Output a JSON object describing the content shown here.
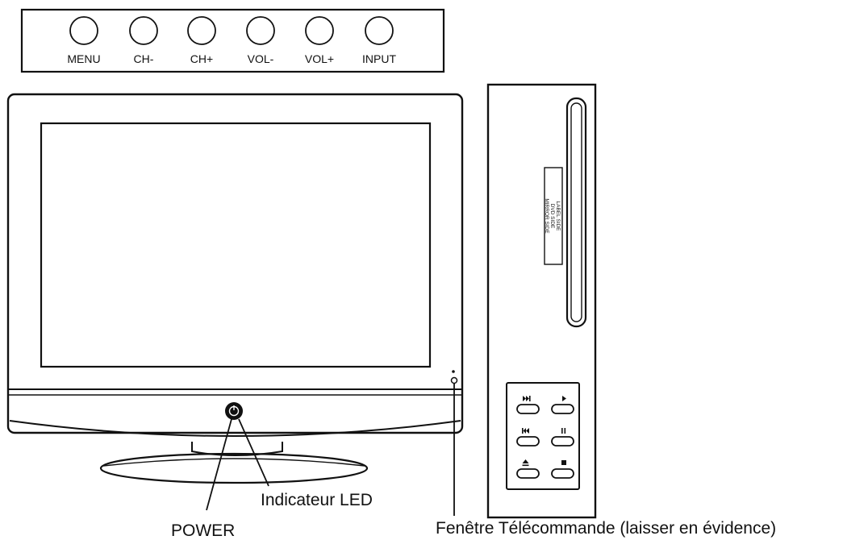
{
  "side_panel": {
    "buttons": [
      "MENU",
      "CH-",
      "CH+",
      "VOL-",
      "VOL+",
      "INPUT"
    ]
  },
  "dvd_slot_label": {
    "line1": "LABEL SIDE",
    "line2": "DVD SIDE",
    "line3": "MIRROR SIDE"
  },
  "callouts": {
    "power": "POWER",
    "led": "Indicateur LED",
    "remote_window": "Fenêtre Télécommande (laisser en évidence)"
  },
  "dvd_controls": {
    "icons": [
      "next-icon",
      "play-icon",
      "previous-icon",
      "pause-icon",
      "eject-icon",
      "stop-icon"
    ]
  }
}
